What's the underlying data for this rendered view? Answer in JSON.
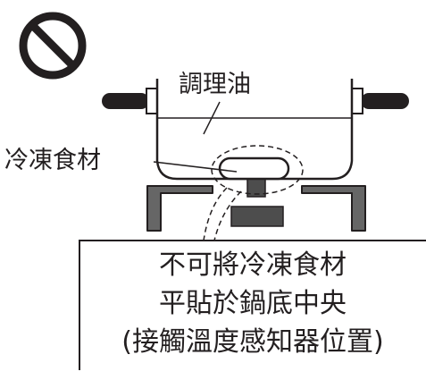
{
  "diagram": {
    "prohibition_icon": "prohibited-circle-icon",
    "labels": {
      "oil": "調理油",
      "frozen_food": "冷凍食材"
    },
    "note_lines": [
      "不可將冷凍食材",
      "平貼於鍋底中央",
      "(接觸溫度感知器位置)"
    ],
    "colors": {
      "line": "#231f20",
      "grate": "#666666",
      "sensor": "#4d4d4d",
      "food": "#ffffff"
    }
  }
}
